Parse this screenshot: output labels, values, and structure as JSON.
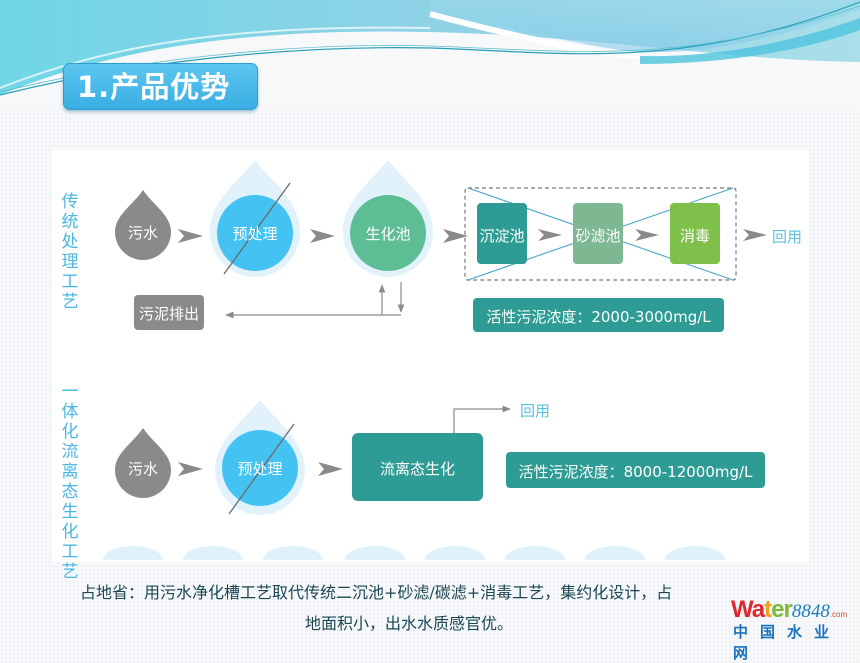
{
  "slide": {
    "title": "1.产品优势",
    "colors": {
      "accent_blue": "#3aaee3",
      "gray_drop": "#8a8a8c",
      "blue_drop": "#44c3f2",
      "green_drop": "#5dbd95",
      "teal_box": "#2e9c94",
      "sage_box": "#7eb893",
      "lime_box": "#7fc04b",
      "label_blue": "#4bb7e0"
    }
  },
  "traditional": {
    "label": "传统处理工艺",
    "steps": {
      "sewage": "污水",
      "pretreatment": "预处理",
      "bio_tank": "生化池",
      "sedimentation": "沉淀池",
      "sand_filter": "砂滤池",
      "disinfection": "消毒"
    },
    "reuse": "回用",
    "sludge_discharge": "污泥排出",
    "sludge_concentration": "活性污泥浓度：2000-3000mg/L"
  },
  "integrated": {
    "label": "一体化流离态生化工艺",
    "steps": {
      "sewage": "污水",
      "pretreatment": "预处理",
      "fluid_bio": "流离态生化"
    },
    "reuse": "回用",
    "sludge_concentration": "活性污泥浓度：8000-12000mg/L"
  },
  "footer": {
    "line1": "占地省：用污水净化槽工艺取代传统二沉池+砂滤/碳滤+消毒工艺，集约化设计，占",
    "line2": "地面积小，出水水质感官优。"
  },
  "logo": {
    "w": "W",
    "a": "a",
    "t": "t",
    "e": "e",
    "r": "r",
    "num": "8848",
    "com": ".com",
    "cn": "中国水业网"
  }
}
